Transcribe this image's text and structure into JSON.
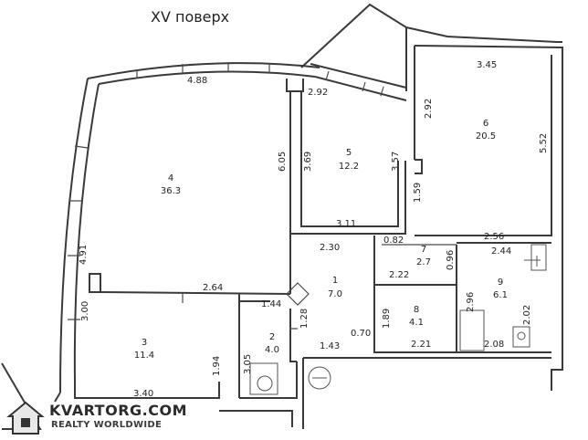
{
  "title": "XV поверх",
  "dimensions": [
    "4.88",
    "2.92",
    "3.45",
    "2.92",
    "6.05",
    "3.69",
    "3.57",
    "5.52",
    "1.59",
    "3.11",
    "2.56",
    "2.30",
    "0.82",
    "2.44",
    "4.91",
    "2.64",
    "2.22",
    "0.96",
    "1.44",
    "1.28",
    "1.89",
    "2.96",
    "2.02",
    "3.00",
    "1.94",
    "3.05",
    "0.70",
    "1.43",
    "2.21",
    "2.08",
    "3.40"
  ],
  "rooms": [
    {
      "num": "4",
      "area": "36.3"
    },
    {
      "num": "5",
      "area": "12.2"
    },
    {
      "num": "6",
      "area": "20.5"
    },
    {
      "num": "7",
      "area": "2.7"
    },
    {
      "num": "1",
      "area": "7.0"
    },
    {
      "num": "8",
      "area": "4.1"
    },
    {
      "num": "9",
      "area": "6.1"
    },
    {
      "num": "2",
      "area": "4.0"
    },
    {
      "num": "3",
      "area": "11.4"
    }
  ],
  "watermark": {
    "main": "KVARTORG.COM",
    "sub": "REALTY WORLDWIDE"
  }
}
